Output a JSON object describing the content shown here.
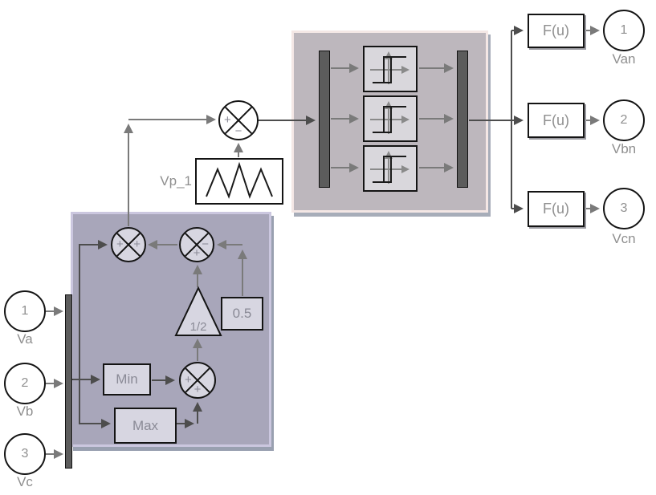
{
  "colors": {
    "background": "#ffffff",
    "region_minmax_fill": "#A8A6BA",
    "region_minmax_border": "#CBC7DF",
    "region_relay_fill": "#BDB7BD",
    "region_relay_border": "#F4E7E5",
    "block_fill_purple": "#D7D6E1",
    "block_fill_gray": "#D9D7DC",
    "bar_fill": "#5C5C5C",
    "wire_gray": "#7A7A7A",
    "wire_dark": "#4D4D4D",
    "label_text": "#8F8F8F"
  },
  "inputs": [
    {
      "port": "1",
      "label": "Va"
    },
    {
      "port": "2",
      "label": "Vb"
    },
    {
      "port": "3",
      "label": "Vc"
    }
  ],
  "outputs": [
    {
      "port": "1",
      "label": "Van"
    },
    {
      "port": "2",
      "label": "Vbn"
    },
    {
      "port": "3",
      "label": "Vcn"
    }
  ],
  "blocks": {
    "min": "Min",
    "max": "Max",
    "gain": "1/2",
    "constant": "0.5",
    "triangle_source": "Vp_1",
    "fcn": "F(u)"
  },
  "sums": {
    "injection": {
      "left": "+",
      "right": "+"
    },
    "offset": {
      "right": "−",
      "bottom": "+"
    },
    "minmax": {
      "left": "+",
      "bottom": "+"
    },
    "compare": {
      "left": "+",
      "bottom": "−"
    }
  }
}
